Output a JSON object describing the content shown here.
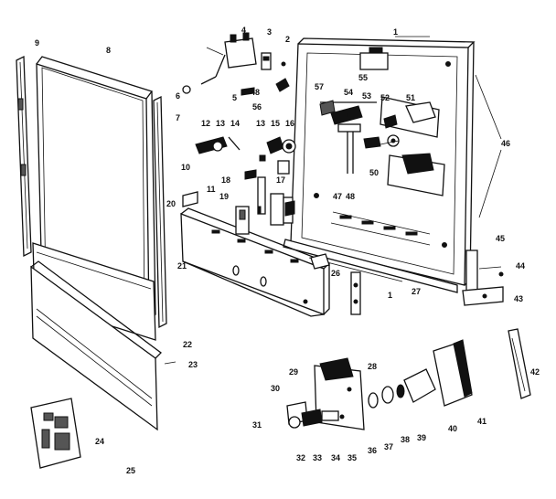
{
  "callouts": [
    "1",
    "2",
    "3",
    "4",
    "5",
    "6",
    "7",
    "8",
    "9",
    "10",
    "11",
    "12",
    "13",
    "14",
    "15",
    "16",
    "17",
    "18",
    "19",
    "20",
    "21",
    "22",
    "23",
    "24",
    "25",
    "26",
    "27",
    "28",
    "29",
    "30",
    "31",
    "32",
    "33",
    "34",
    "35",
    "36",
    "37",
    "38",
    "39",
    "40",
    "41",
    "42",
    "43",
    "44",
    "45",
    "46",
    "47",
    "48",
    "50",
    "51",
    "52",
    "53",
    "54",
    "55",
    "56",
    "57"
  ]
}
